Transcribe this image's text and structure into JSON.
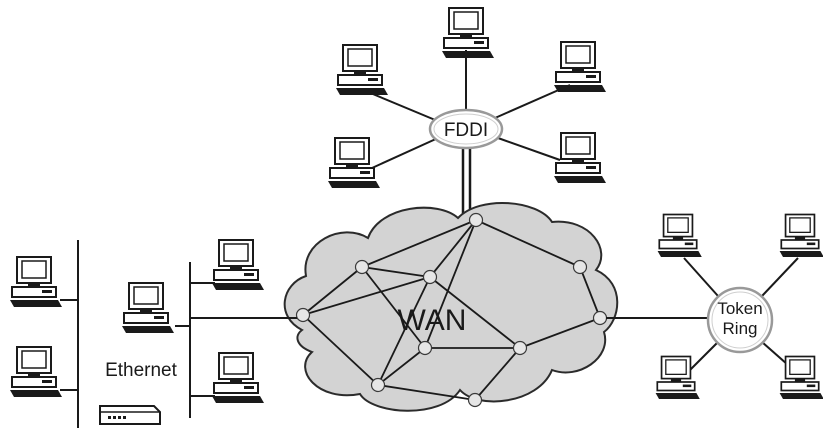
{
  "labels": {
    "fddi": "FDDI",
    "wan": "WAN",
    "token_ring_line1": "Token",
    "token_ring_line2": "Ring",
    "ethernet": "Ethernet"
  },
  "colors": {
    "cloud_fill": "#d3d3d3",
    "cloud_stroke": "#2b2b2b",
    "node_fill": "#e6e6e6",
    "line": "#1a1a1a",
    "computer_body": "#ffffff",
    "computer_dark": "#1a1a1a"
  },
  "icons": {
    "workstation": "desktop-computer-icon",
    "hub": "ethernet-hub-icon"
  }
}
